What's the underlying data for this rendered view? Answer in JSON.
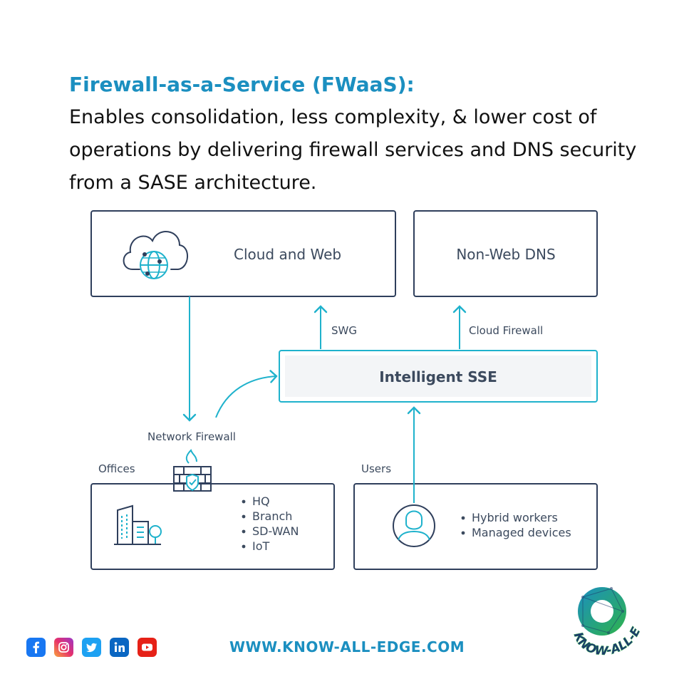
{
  "header": {
    "title": "Firewall-as-a-Service (FWaaS):",
    "description": "Enables consolidation, less complexity, & lower cost of operations by delivering firewall services and DNS security from a SASE architecture."
  },
  "diagram": {
    "cloud_web": "Cloud and Web",
    "non_web_dns": "Non-Web DNS",
    "swg": "SWG",
    "cloud_firewall": "Cloud Firewall",
    "intelligent_sse": "Intelligent SSE",
    "network_firewall": "Network Firewall",
    "offices_label": "Offices",
    "users_label": "Users",
    "office_items": [
      "HQ",
      "Branch",
      "SD-WAN",
      "IoT"
    ],
    "user_items": [
      "Hybrid workers",
      "Managed devices"
    ]
  },
  "colors": {
    "accent": "#1b8fc0",
    "diagram_line": "#1fb2cc",
    "box_border": "#2f3f5c",
    "text_dark": "#111111"
  },
  "footer": {
    "url": "WWW.KNOW-ALL-EDGE.COM",
    "social_icons": [
      "facebook-icon",
      "instagram-icon",
      "twitter-icon",
      "linkedin-icon",
      "youtube-icon"
    ],
    "logo_text": "KNOW-ALL-EDGE"
  }
}
